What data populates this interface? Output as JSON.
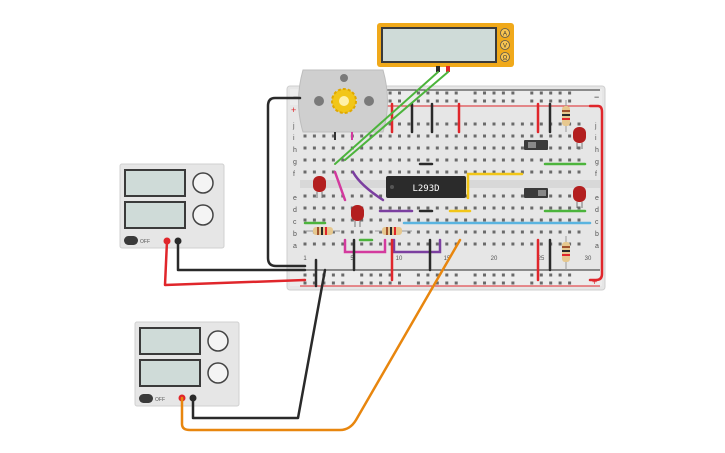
{
  "chip": {
    "label": "L293D"
  },
  "breadboard": {
    "row_letters_top": [
      "j",
      "i",
      "h",
      "g",
      "f"
    ],
    "row_letters_bottom": [
      "e",
      "d",
      "c",
      "b",
      "a"
    ],
    "column_numbers": [
      "1",
      "5",
      "10",
      "15",
      "20",
      "25",
      "30"
    ],
    "rail_plus": "+",
    "rail_minus": "−"
  },
  "multimeter": {
    "modes": [
      "A",
      "V",
      "Ω"
    ]
  },
  "power_supply_1": {
    "off_label": "OFF"
  },
  "power_supply_2": {
    "off_label": "OFF"
  },
  "colors": {
    "wire_red": "#e0262b",
    "wire_black": "#2a2a2a",
    "wire_orange": "#e8860e",
    "wire_green": "#4cb43c",
    "wire_purple": "#7b3fa0",
    "wire_magenta": "#d33a9e",
    "wire_yellow": "#f2c618",
    "wire_blue": "#5ab4e0",
    "meter_frame": "#f0a91a",
    "led": "#b31f1f"
  }
}
